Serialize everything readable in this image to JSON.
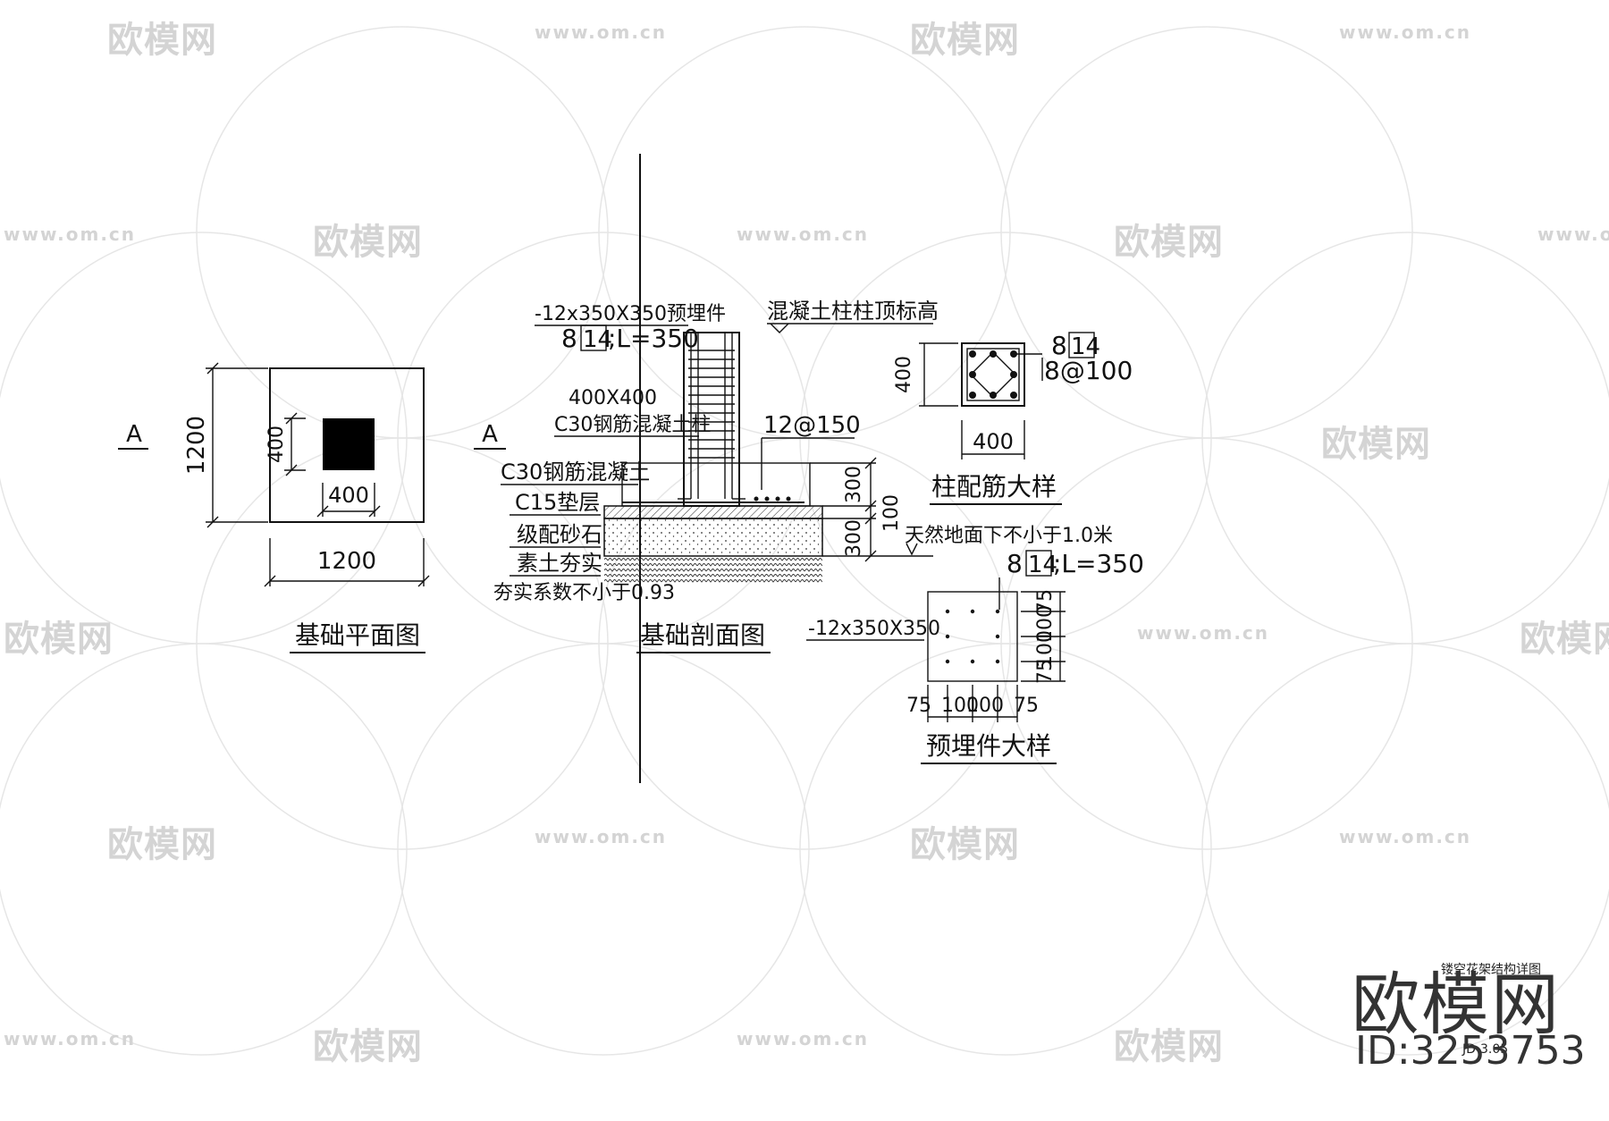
{
  "watermark": {
    "logo": "欧模网",
    "url": "www.om.cn"
  },
  "brand": {
    "logo": "欧模网",
    "id": "ID:3253753"
  },
  "title_block": {
    "title": "镂空花架结构详图",
    "code": "JD-3.05"
  },
  "plan": {
    "title": "基础平面图",
    "section_mark": "A",
    "dim_overall_h": "1200",
    "dim_overall_w": "1200",
    "dim_col_h": "400",
    "dim_col_w": "400"
  },
  "section": {
    "title": "基础剖面图",
    "section_mark": "A",
    "embed_plate": "-12x350X350预埋件",
    "anchor": "8",
    "anchor_bar": "14",
    "anchor_len": ";L=350",
    "column_size": "400X400",
    "column_material": "C30钢筋混凝土柱",
    "top_level": "混凝土柱柱顶标高",
    "bottom_rebar": "12@150",
    "layer_footing": "C30钢筋混凝土",
    "layer_cushion": "C15垫层",
    "layer_gravel": "级配砂石",
    "layer_soil": "素土夯实",
    "compaction_note": "夯实系数不小于0.93",
    "dim_footing": "300",
    "dim_cushion": "100",
    "dim_gravel": "300",
    "depth_note": "天然地面下不小于1.0米"
  },
  "column_detail": {
    "title": "柱配筋大样",
    "main_bar_count": "8",
    "main_bar": "14",
    "stirrup": "8@100",
    "dim_h": "400",
    "dim_w": "400"
  },
  "plate_detail": {
    "title": "预埋件大样",
    "anchor_count": "8",
    "anchor_bar": "14",
    "anchor_len": ";L=350",
    "plate": "-12x350X350",
    "dims_bottom": [
      "75",
      "100",
      "100",
      "75"
    ],
    "dims_right": [
      "75",
      "100",
      "100",
      "75"
    ]
  }
}
